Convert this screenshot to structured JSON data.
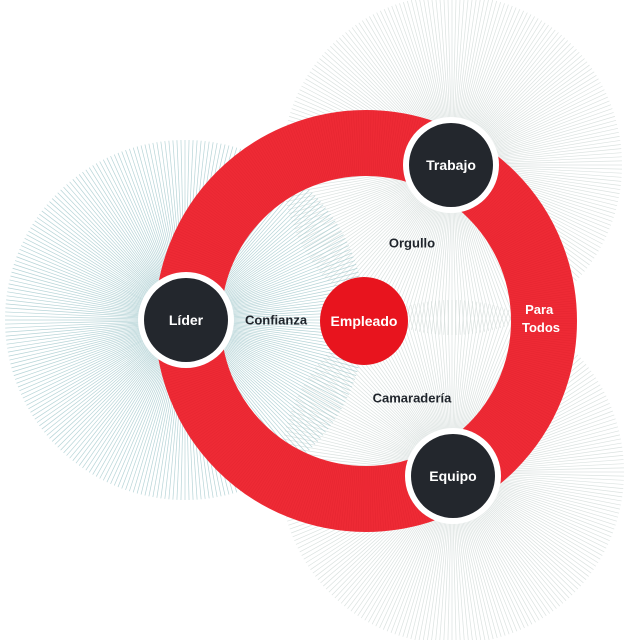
{
  "colors": {
    "ring": "#ee2a35",
    "ring_dark": "#d91f2a",
    "node_fill": "#23272d",
    "center_fill": "#e8141e",
    "burst_teal": "#a9cdd0",
    "burst_gray": "#cfd8d6",
    "text_dark": "#1f242b",
    "text_light": "#ffffff"
  },
  "nodes": {
    "trabajo": "Trabajo",
    "lider": "Líder",
    "equipo": "Equipo",
    "empleado": "Empleado"
  },
  "relations": {
    "orgullo": "Orgullo",
    "confianza": "Confianza",
    "camaraderia": "Camaradería"
  },
  "ring_text": {
    "line1": "Para",
    "line2": "Todos"
  }
}
